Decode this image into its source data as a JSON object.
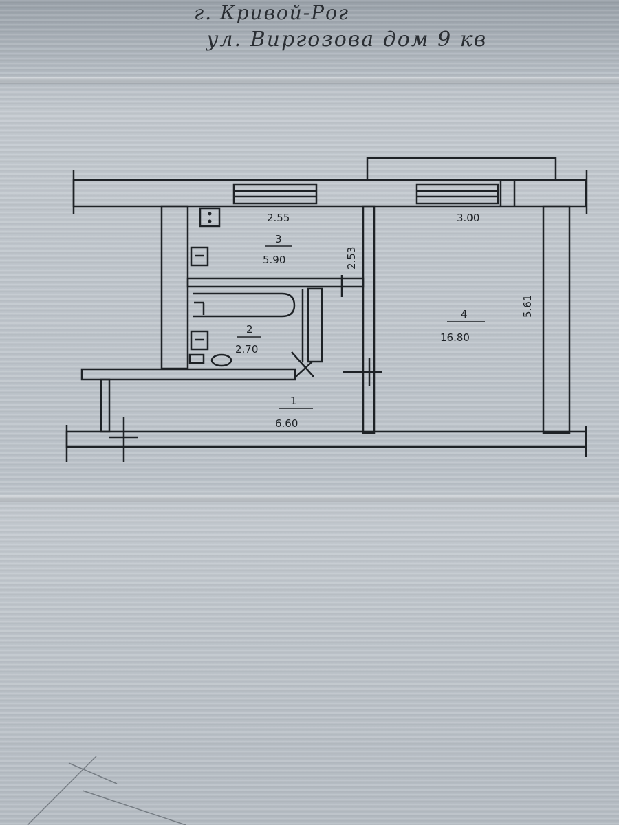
{
  "address": {
    "line1": "г. Кривой-Рог",
    "line2": "ул. Виргозова дом 9 кв"
  },
  "plan": {
    "rooms": [
      {
        "id": "1",
        "area": "6.60"
      },
      {
        "id": "2",
        "area": "2.70"
      },
      {
        "id": "3",
        "area": "5.90"
      },
      {
        "id": "4",
        "area": "16.80"
      }
    ],
    "dimensions": {
      "kitchen_width": "2.55",
      "kitchen_depth": "2.53",
      "room_width": "3.00",
      "room_depth": "5.61"
    }
  },
  "colors": {
    "paper": "#bcc3ca",
    "ink": "#1e2226"
  }
}
